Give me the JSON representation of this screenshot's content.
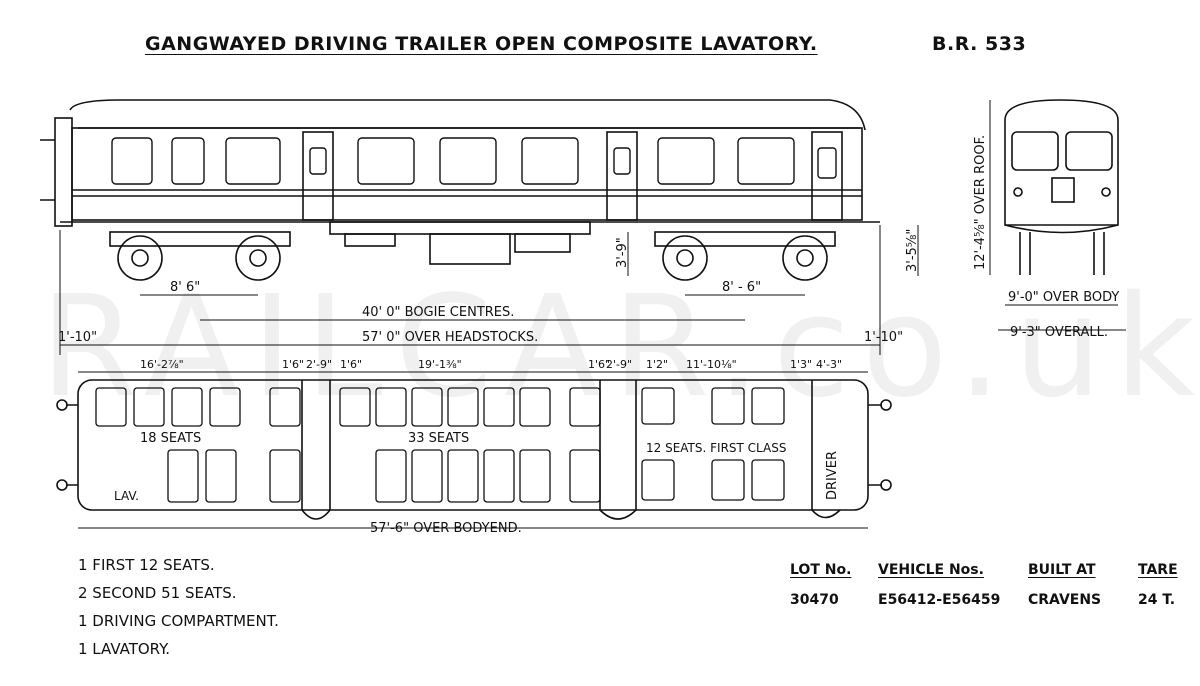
{
  "title": "GANGWAYED DRIVING TRAILER OPEN COMPOSITE LAVATORY.",
  "diagram_no": "B.R. 533",
  "watermark": "RAILCAR.co.uk",
  "side_view": {
    "bogie_wheelbase_left": "8' 6\"",
    "bogie_wheelbase_right": "8' - 6\"",
    "bogie_centres": "40' 0\" BOGIE CENTRES.",
    "over_headstocks": "57' 0\" OVER HEADSTOCKS.",
    "overhang_left": "1'-10\"",
    "overhang_right": "1'-10\"",
    "height_mid": "3'-9\"",
    "height_right": "3'-5⅝\""
  },
  "end_view": {
    "over_roof": "12'-4⅝\" OVER ROOF.",
    "over_body": "9'-0\" OVER BODY",
    "overall": "9'-3\" OVERALL."
  },
  "plan_view": {
    "dims": [
      "16'-2⅞\"",
      "1'6\"",
      "2'-9\"",
      "1'6\"",
      "19'-1⅜\"",
      "1'6\"",
      "2'-9\"",
      "1'2\"",
      "11'-10⅛\"",
      "1'3\"",
      "4'-3\""
    ],
    "seats_18": "18 SEATS",
    "seats_33": "33 SEATS",
    "seats_12": "12 SEATS. FIRST CLASS",
    "lav": "LAV.",
    "driver": "DRIVER",
    "over_bodyend": "57'-6\" OVER BODYEND."
  },
  "summary": [
    "1 FIRST       12 SEATS.",
    "2 SECOND  51  SEATS.",
    "1 DRIVING COMPARTMENT.",
    "1 LAVATORY."
  ],
  "table": {
    "headers": [
      "LOT No.",
      "VEHICLE Nos.",
      "BUILT AT",
      "TARE"
    ],
    "row": [
      "30470",
      "E56412-E56459",
      "CRAVENS",
      "24 T."
    ]
  }
}
